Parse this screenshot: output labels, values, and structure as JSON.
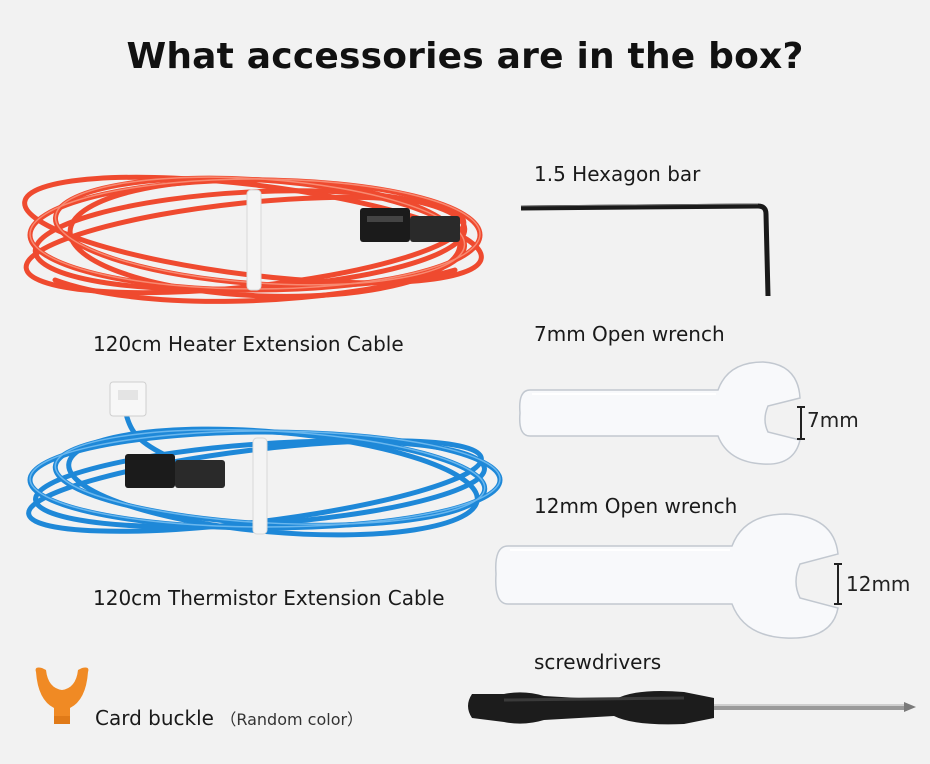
{
  "page": {
    "title": "What accessories are in the box?"
  },
  "items": {
    "heater_cable": {
      "label": "120cm Heater Extension Cable",
      "color": "#ef4a2f"
    },
    "thermistor_cable": {
      "label": "120cm Thermistor Extension Cable",
      "color": "#1e88d8"
    },
    "card_buckle": {
      "label": "Card buckle",
      "note": "（Random color）",
      "color": "#f08a24"
    },
    "hex_bar": {
      "label": "1.5 Hexagon bar"
    },
    "wrench_7": {
      "label": "7mm Open wrench",
      "dimension": "7mm"
    },
    "wrench_12": {
      "label": "12mm Open wrench",
      "dimension": "12mm"
    },
    "screwdriver": {
      "label": "screwdrivers"
    }
  }
}
